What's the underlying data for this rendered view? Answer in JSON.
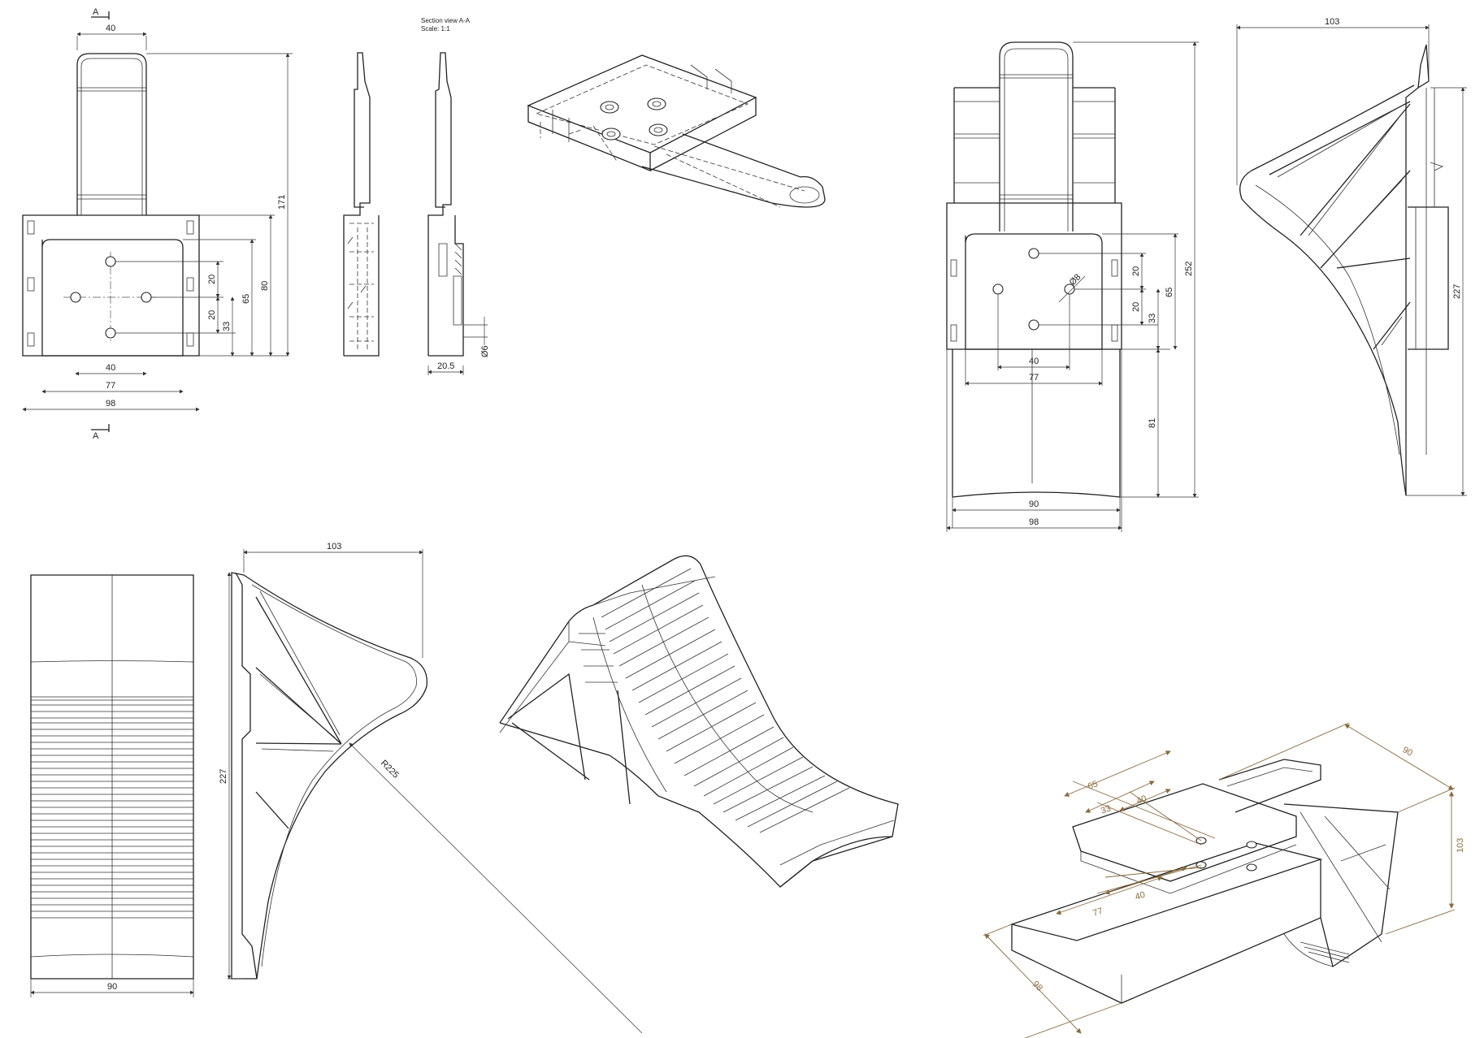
{
  "section_marks": {
    "top": "A",
    "bottom": "A"
  },
  "section_note": {
    "line1": "Section view A-A",
    "line2": "Scale:  1:1"
  },
  "view1": {
    "top_width": "40",
    "hole_spacing_h": "40",
    "base_inner": "77",
    "base_outer": "98",
    "hole_v1": "20",
    "hole_v2": "20",
    "dim33": "33",
    "dim65": "65",
    "dim80": "80",
    "dim171": "171"
  },
  "section_view": {
    "thickness": "20.5",
    "hole_dia": "Ø6"
  },
  "view_right_top": {
    "height252": "252",
    "dim65": "65",
    "dim20a": "20",
    "dim20b": "20",
    "dim33": "33",
    "dim81": "81",
    "hole_dia": "Ø8",
    "spacing40": "40",
    "inner77": "77",
    "base90": "90",
    "outer98": "98"
  },
  "side_right": {
    "top103": "103",
    "height227": "227"
  },
  "front_bottom": {
    "width90": "90"
  },
  "side_bottom": {
    "top103": "103",
    "height227": "227",
    "radius": "R225"
  },
  "iso_dims": {
    "d65": "65",
    "d33": "33",
    "d40a": "40",
    "d40b": "40",
    "d77": "77",
    "d98": "98",
    "d90": "90",
    "d103": "103"
  }
}
